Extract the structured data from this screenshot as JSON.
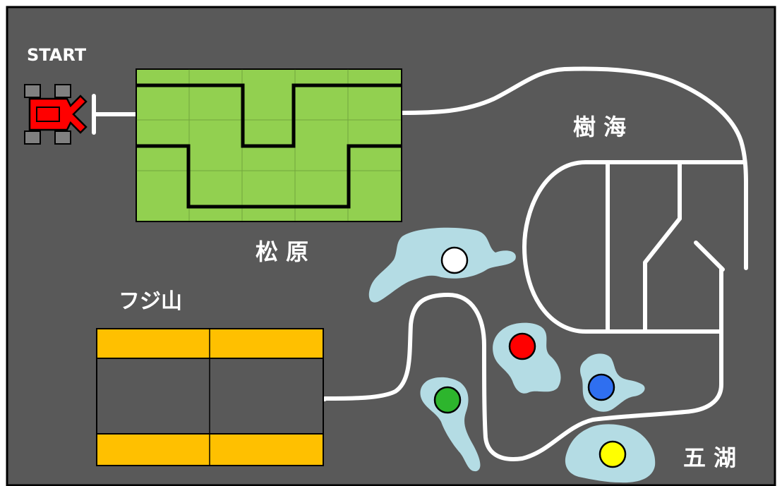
{
  "labels": {
    "start": "START",
    "matsubara": "松 原",
    "jukai": "樹 海",
    "fujisan": "フジ山",
    "goko": "五 湖"
  },
  "colors": {
    "board": "#595959",
    "frame": "#000000",
    "road": "#ffffff",
    "matsubara_fill": "#92d050",
    "fujisan_stripe": "#ffc000",
    "lake": "#b4dce4",
    "robot": "#ff0000",
    "wheel": "#808080"
  },
  "markers": [
    {
      "name": "white",
      "color": "#ffffff"
    },
    {
      "name": "red",
      "color": "#ff0000"
    },
    {
      "name": "blue",
      "color": "#2f6ff0"
    },
    {
      "name": "green",
      "color": "#2db52d"
    },
    {
      "name": "yellow",
      "color": "#ffff00"
    }
  ]
}
